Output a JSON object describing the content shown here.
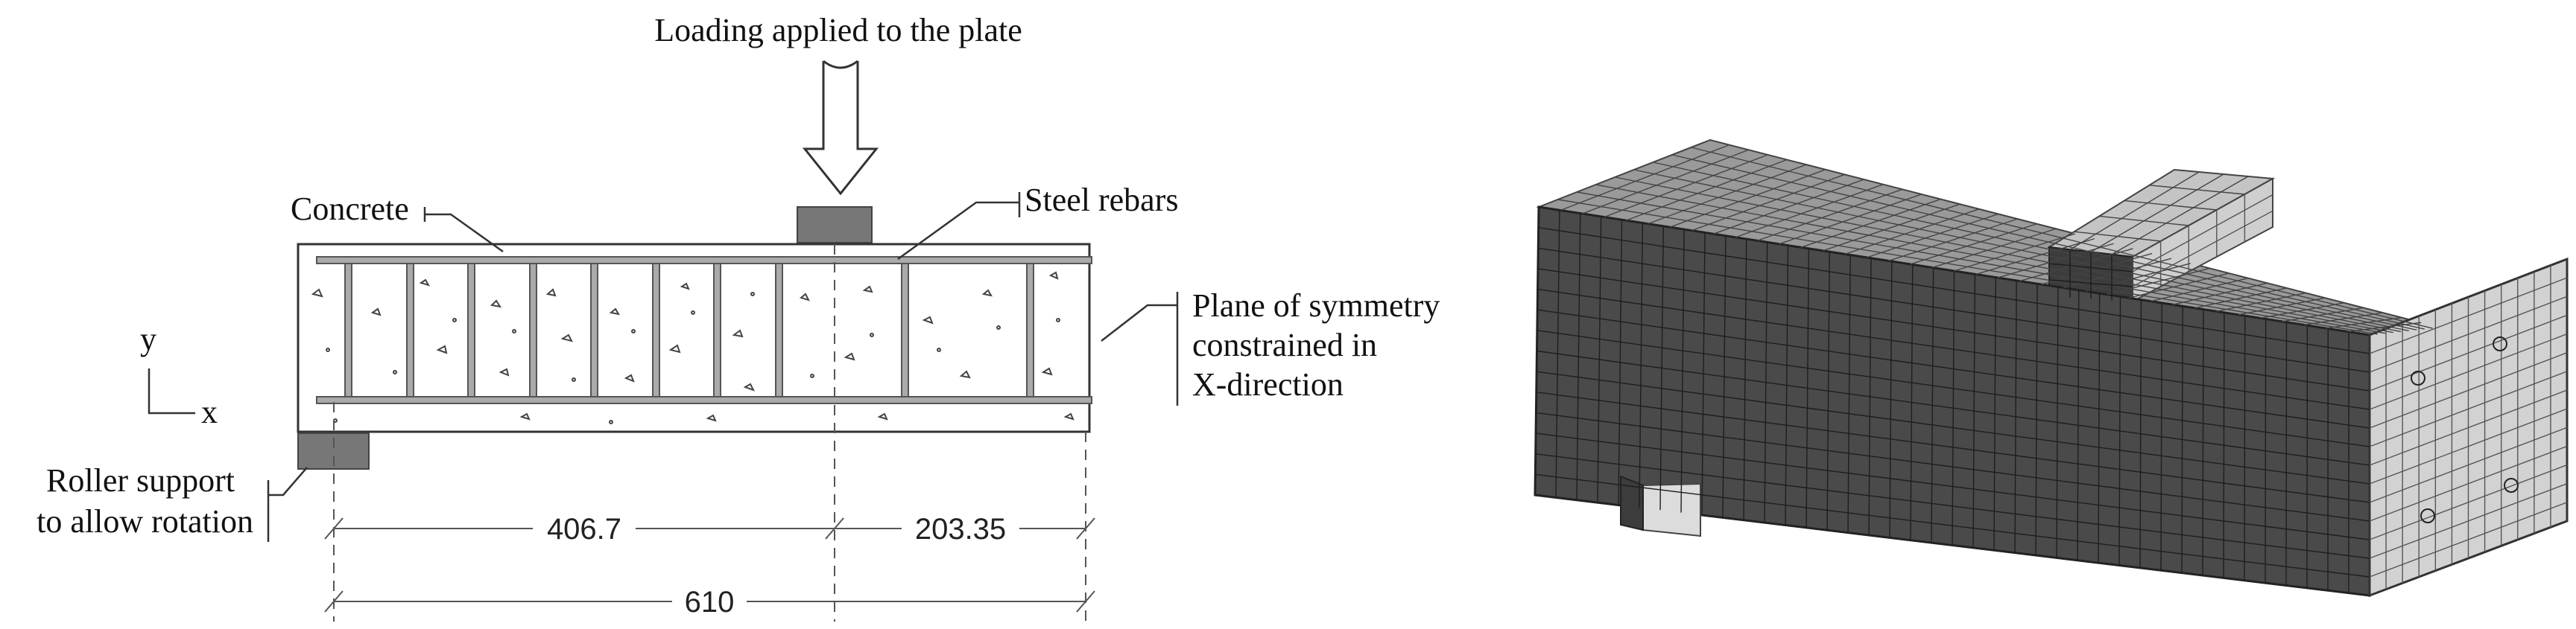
{
  "left_panel": {
    "loading_label": "Loading applied to the plate",
    "concrete_label": "Concrete",
    "rebar_label": "Steel rebars",
    "symmetry_label_lines": [
      "Plane of symmetry",
      "constrained in",
      "X-direction"
    ],
    "support_label_lines": [
      "Roller support",
      "to allow rotation"
    ],
    "axis_y": "y",
    "axis_x": "x",
    "dim_left": "406.7",
    "dim_right": "203.35",
    "dim_total": "610"
  },
  "right_panel": {
    "mesh_color_front": "#4a4a4a",
    "mesh_color_top": "#9a9a9a",
    "mesh_color_end": "#d2d2d2"
  }
}
